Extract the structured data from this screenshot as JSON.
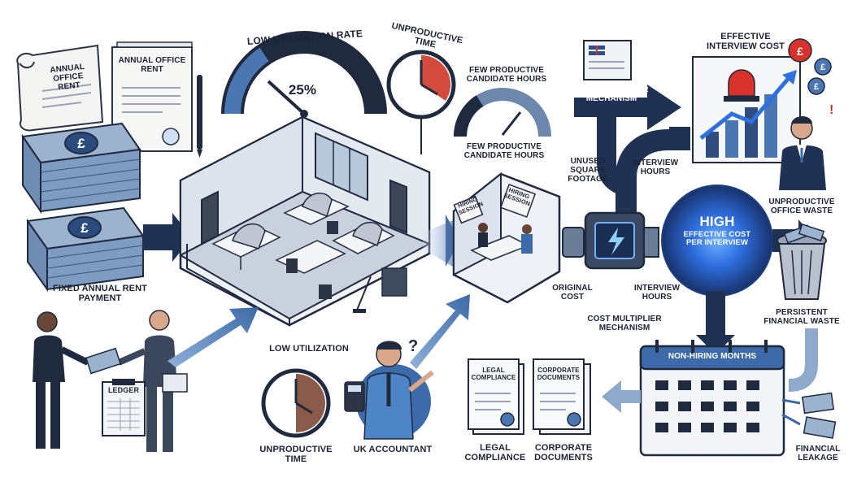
{
  "labels": {
    "annual_office_rent_scroll": "ANNUAL OFFICE RENT",
    "annual_office_rent_doc": "ANNUAL OFFICE RENT",
    "fixed_rent_payment": "FIXED ANNUAL RENT PAYMENT",
    "ledger": "LEDGER",
    "low_utilization_rate": "LOW UTILIZATION RATE",
    "gauge_value": "25%",
    "unproductive_time_top": "UNPRODUCTIVE TIME",
    "few_productive_hours_top": "FEW PRODUCTIVE CANDIDATE HOURS",
    "few_productive_hours_mid": "FEW PRODUCTIVE CANDIDATE HOURS",
    "hiring_session_1": "HIRING SESSION",
    "hiring_session_2": "HIRING SESSION",
    "cost_multiplier_top": "COST MULTIPLIER MECHANISM",
    "unused_square_footage": "UNUSED SQUARE FOOTAGE",
    "interview_hours_top": "INTERVIEW HOURS",
    "high_line1": "HIGH",
    "high_line2": "EFFECTIVE COST PER INTERVIEW",
    "original_cost": "ORIGINAL COST",
    "interview_hours_bottom": "INTERVIEW HOURS",
    "cost_multiplier_bottom": "COST MULTIPLIER MECHANISM",
    "effective_interview_cost": "EFFECTIVE INTERVIEW COST",
    "unproductive_office_waste": "UNPRODUCTIVE OFFICE WASTE",
    "persistent_financial_waste": "PERSISTENT FINANCIAL WASTE",
    "non_hiring_months": "NON-HIRING MONTHS",
    "financial_leakage": "FINANCIAL LEAKAGE",
    "legal_compliance_doc": "LEGAL COMPLIANCE",
    "corporate_documents_doc": "CORPORATE DOCUMENTS",
    "legal_compliance": "LEGAL COMPLIANCE",
    "corporate_documents": "CORPORATE DOCUMENTS",
    "low_utilization": "LOW UTILIZATION",
    "unproductive_time_bottom": "UNPRODUCTIVE TIME",
    "uk_accountant": "UK ACCOUNTANT"
  },
  "levels": {
    "utilization_gauge_fraction": 0.25,
    "candidate_hours_gauge_fraction": 0.8
  },
  "icons": {
    "currency": "pound-sign",
    "question": "question-mark"
  },
  "colors": {
    "navy": "#1f3253",
    "mid_blue": "#4a76b1",
    "light_blue": "#9fb8d8",
    "glow": "#2f6fe0",
    "alarm_red": "#d8322b",
    "clock_red": "#d44a3c",
    "clock_brown": "#8a5a4b",
    "cash_blue": "#7f9cbf"
  }
}
